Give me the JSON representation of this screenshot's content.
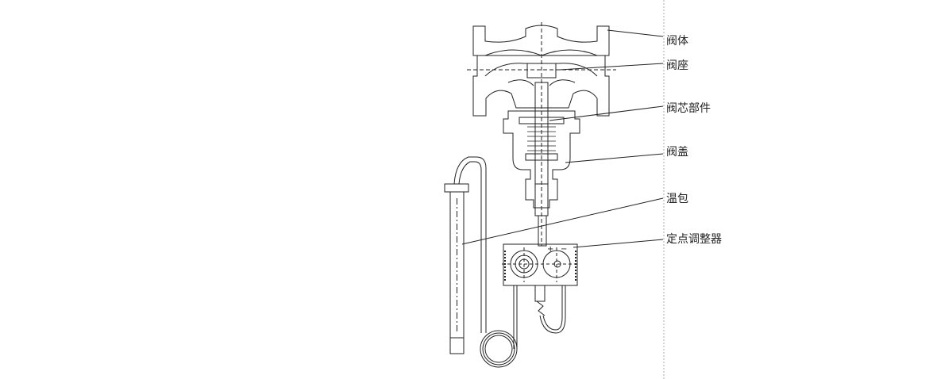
{
  "diagram": {
    "labels": {
      "valve_body": "阀体",
      "valve_seat": "阀座",
      "valve_core_assembly": "阀芯部件",
      "bonnet": "阀盖",
      "temperature_bulb": "温包",
      "setpoint_adjuster": "定点调整器"
    },
    "adjuster_signs": {
      "plus": "+",
      "minus": "−"
    },
    "colors": {
      "line": "#222222",
      "divider": "#aaaaaa"
    }
  }
}
